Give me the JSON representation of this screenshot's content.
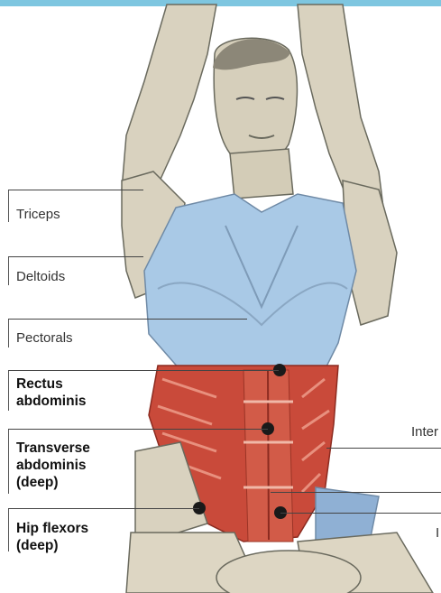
{
  "figure": {
    "colors": {
      "accent_bar": "#7ec6e0",
      "muscle": "#c94a3a",
      "shirt": "#a9c9e6",
      "skin": "#d9d2bf",
      "marker": "#1a1a1a"
    },
    "labels_left": [
      {
        "name": "label-triceps",
        "text": "Triceps"
      },
      {
        "name": "label-deltoids",
        "text": "Deltoids"
      },
      {
        "name": "label-pectorals",
        "text": "Pectorals"
      },
      {
        "name": "label-rectus-abdominis",
        "text": "Rectus\nabdominis"
      },
      {
        "name": "label-transverse-abdominis",
        "text": "Transverse\nabdominis\n(deep)"
      },
      {
        "name": "label-hip-flexors",
        "text": "Hip flexors\n(deep)"
      }
    ],
    "labels_right": [
      {
        "name": "label-internal-obliques-cut",
        "text": "Inter"
      },
      {
        "name": "label-right-cut-bottom",
        "text": "I"
      }
    ]
  }
}
